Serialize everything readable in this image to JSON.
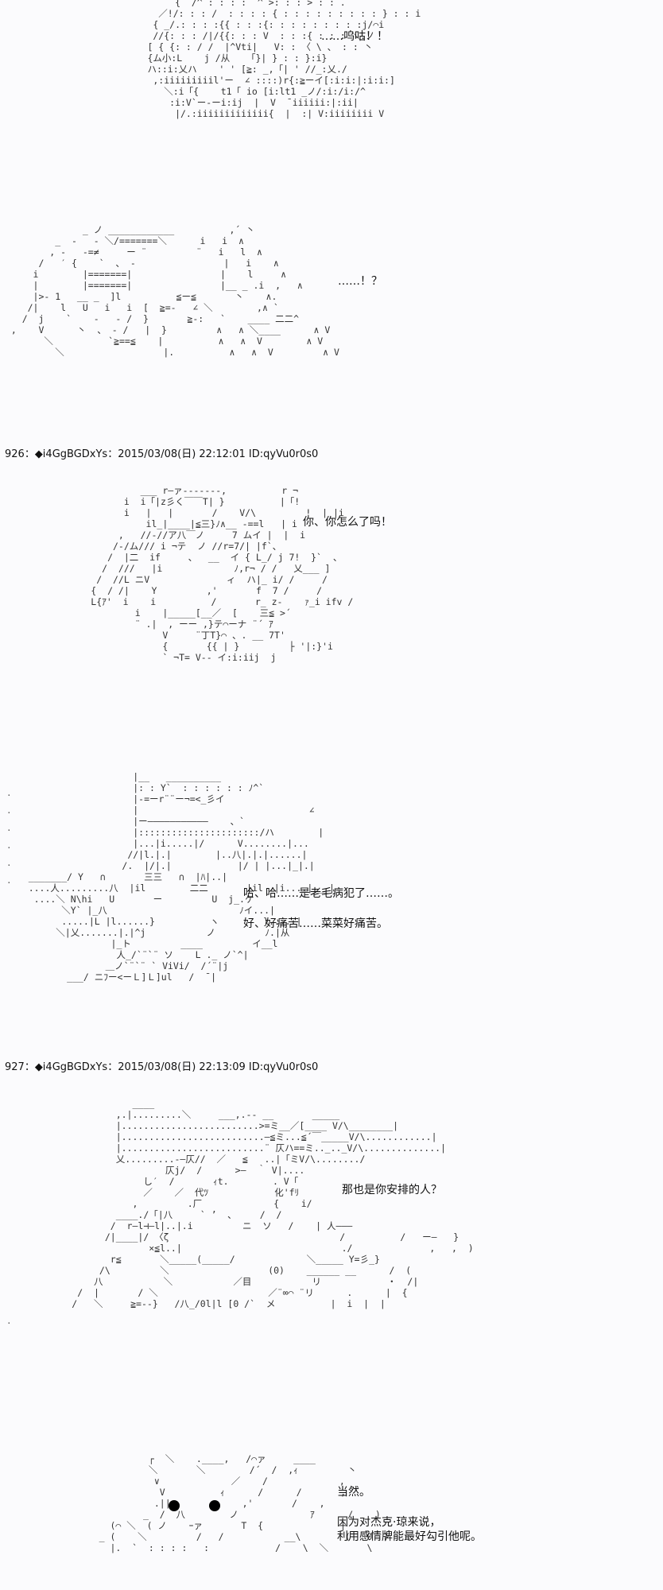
{
  "panels": [
    {
      "aa": "            {  /^ : : : :  ^ >: : : > : : .\n         ／!/: : : /  : : : : { : : : : : : : : : } : : i\n        { _/.: : : :{{ : : :{: : : : : : : : :j/⌒i\n        //{: : : /|/{{: : : V  : : :{ : : : ＼.ノ\n       [ { {: : / /  |^Vti|   V: : 〈 \\ 、 : : 丶\n       {ム小:L    j /从   「}| } : : }:i}\n       ハ::i:乂ハ    ' ' [≧: _,「| ' //_:乂./\n        ,:iiiiiiiiil'ー  ∠ ::::)r{:≧ーイ[:i:i:|:i:i:]\n          ＼:i「{    t1「 io [i:lt1 _ノ/:i:/i:/^\n           :i:V`ー-ーi:ij  |  V  ̄ iiiiii:|:ii|\n            |/.:iiiiiiiiiiiii{  |  :| V:iiiiiiii V",
      "lines": [
        "……呜咕！！"
      ]
    },
    {
      "aa": "               _ ノ ____________          ,´ 丶\n          _  -   - ＼/=======＼      i   i  ∧\n         , -   -=≠     ー ¨         ¨   i   l  ∧\n       /   ′ {    `  、 -                |   i    ∧\n      i        |=======|                |    l     ∧\n      |        |=======|                |__ _ .i  ,   ∧\n      |>- 1   __ _  ]l          ≦ー≦       丶    ∧.\n     /|    l   U   i   i  [  ≧=-   ∠ ＼        ,∧ `\n    /  j    `    -   - /  }       ≧-:   `    ____ 二二^\n  ,    V      丶  、 ‐ /   |  }         ∧   ∧ ＼____      ∧ V\n        ＼          `≧==≦    |          ∧   ∧  V        ∧ V\n          ＼                  |.          ∧   ∧  V         ∧ V",
      "lines": [
        "……！？"
      ]
    },
    {
      "header": "926：◆i4GgBGDxYs：2015/03/08(日) 22:12:01 ID:qyVu0r0s0",
      "aa": "                  ___ r―ァ-------,          r ¬\n               i  i「|z彡く￣￣T| }          |「!\n               i   |   |       /    V/\\         !  | |i\n                   il_|____|≦三}ﾉ∧__ -==l   | i\n              ,   //-//ア八￣ノ     7 ムイ |  |  i\n             /-/ム/// i ¬テ  ノ //r=7/| |f`、\n            /  |二  if     、  __  イ { L_/ j 7!  }`  、\n           /  ///   |i             ﾉ,r¬ / /   乂___ ]\n          /  //L ニV              ィ  ハ|_ i/ /     /\n         {  / /|    Y         ,'       f  7 /     /\n         L{ｱ'  i    i          /       r_ z-    ｧ_i ifv /\n                 i    |_____[__／  [    三≦ >´\n                 ¨ .|  , ーー ,}テ⌒ーナ ¨´ ｱ\n                      V     ¨丁T}⌒ 、. __ 7T'\n                      {       {{ | }         ├ '|:}'i\n                      ` ¬T= V-- イ:i:iij  j",
      "lines": [
        "你、你怎么了吗！"
      ]
    },
    {
      "aa": "                       |__   __________\n                       |: : Y`  : : : : : : ﾉ^`\n                       |-=ーr¨¨ー¬=<_彡イ\n                       |                               ∠\n                       |ー―――――――――――    、`\n                       |::::::::::::::::::::::/ハ        |\n                       |...|i.....|/      V........|...\n                      //|l.|.|        |..八|.|.|......|\n                     /.  |/|.|            |/ | |...|_|.|\n    _______/ Y   ∩       三三   ∩  |ﾊ|..|\n    ....人.........八  |il        二二       |il  |i....|___|\n     ....＼ N\\hi   U       ー         U  j_.ケ\n          ＼Y` |_八                        ﾉイ...|\n          .....|L |l......}          ヽ        }.....|\n         ＼|乂.......|.|^j           ノ         ﾉ.|从\n                   |_ト         ____         イ__l\n                    人_/`¨`¨ ソ    L ._ ノ`^|\n                  ＿ノ`¨`¨ ` ViVi/  /´¨|j\n           ___/ ニﾌー<ーＬ]Ｌ]ul   /  ̄ |",
      "lines": [
        "哈、哈……是老毛病犯了……。",
        "好、好痛苦……菜菜好痛苦。"
      ]
    },
    {
      "header": "927：◆i4GgBGDxYs：2015/03/08(日) 22:13:09 ID:qyVu0r0s0",
      "aa": "                    ____\n                 ,.|.........＼     ___,.-- __       _____\n                 |.........................>=ミ__／[____ V/\\________|\n                 |..........................―≦ミ...≦´￣_____V/\\............|\n                 |..........................¨ 仄ハ==ミ.._.._V/\\..............|\n                 乂.........-―仄//  ／   ≦   ..|「ミV/\\......../\n                          仄j/  /      >―  ｀ V|....\n                      し′  /       ｨt.        . V「\n                      ／    ／  代ﾂ            化'fﾘ\n                    ,         .厂             {    i/\n                 ____./「|八     ` ’  ､     /  /\n                /  r―l⊣―l|..|.i         ニ  ソ   /    | 人―――\n               /|____|/ 〈ζ                               /          /   ー―   }\n                       ×≦l..|                             ./              ,   ,  )\n                r≦       ＼_____(_____/             ＼_____ Y=彡_}\n              /\\         ＼                  (0)    ______ __      /  (\n             八           ＼           ／目           リ            ・  /|\n          /  |       / ＼                    ／¨∞⌒ ¨リ      .      |  {\n         /   ＼     ≧=-‐}   /八_/0l|l [0 /`  メ          |  i  |  |",
      "lines": [
        "那也是你安排的人？"
      ]
    },
    {
      "aa": "                           ┌  ＼    .____,   /⌒ァ     ____\n                           ＼       ＼        /´  /  ,ｨ         丶\n                            ∨             ／    /             ,\n                             V          ｨ      /      /       ,\n                            .||             ,'       /    ,\n                          _  /  八        ノ             ｱ      /    )\n                    (⌒ ＼  ( ノ    ｰァ       T  {              |\n                  _ (    ＼         /   /           __\\        (   0  )\n                    |.  `  : : : :   :            /    \\  ＼       \\",
      "lines": [
        "当然。",
        "",
        "因为对杰克·琼来说，",
        "利用感情牌能最好勾引他呢。"
      ]
    }
  ]
}
